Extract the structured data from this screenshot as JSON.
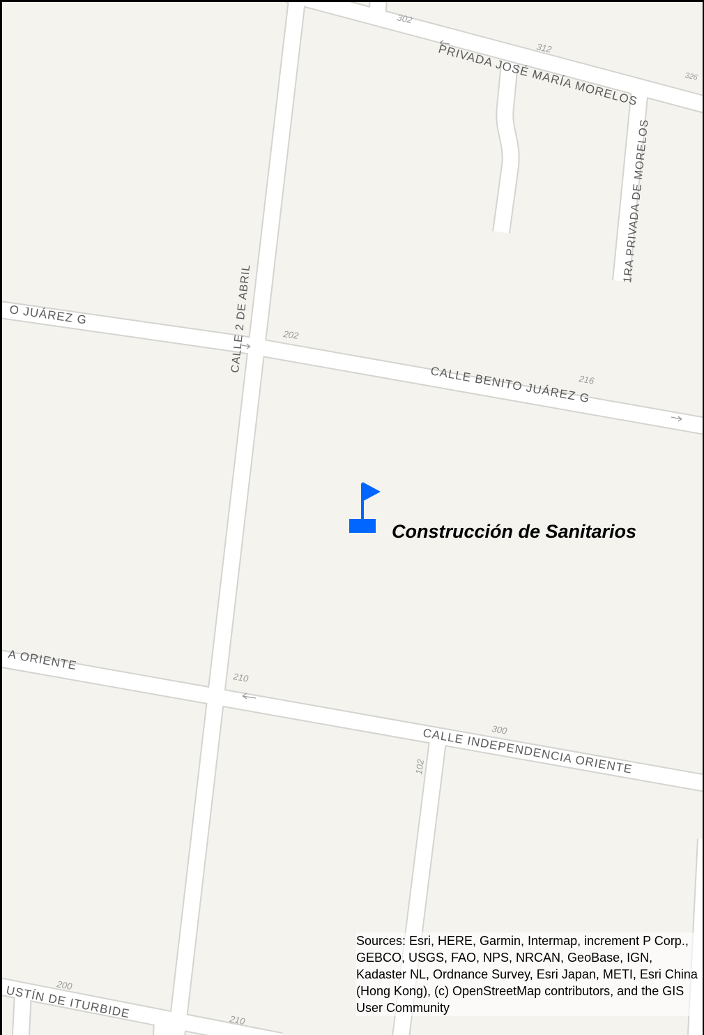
{
  "map": {
    "streets": {
      "privada_morelos": "PRIVADA JOSÉ MARÍA MORELOS",
      "primera_privada_morelos": "1RA PRIVADA DE MORELOS",
      "calle_2_de_abril": "CALLE 2 DE ABRIL",
      "juarez_left": "O JUÁREZ G",
      "juarez": "CALLE BENITO JUÁREZ G",
      "independencia_left": "A ORIENTE",
      "independencia": "CALLE INDEPENDENCIA ORIENTE",
      "iturbide": "USTÍN DE ITURBIDE"
    },
    "house_numbers": {
      "n302": "302",
      "n312": "312",
      "n326": "326",
      "n202": "202",
      "n216": "216",
      "n210a": "210",
      "n300": "300",
      "n102": "102",
      "n200": "200",
      "n210b": "210"
    },
    "poi": {
      "label": "Construcción de Sanitarios",
      "icon": "flag-icon",
      "color": "#0066ff"
    },
    "attribution": "Sources: Esri, HERE, Garmin, Intermap, increment P Corp., GEBCO, USGS, FAO, NPS, NRCAN, GeoBase, IGN, Kadaster NL, Ordnance Survey, Esri Japan, METI, Esri China (Hong Kong), (c) OpenStreetMap contributors, and the GIS User Community",
    "colors": {
      "land": "#f4f3ee",
      "road": "#ffffff",
      "road_casing": "#d4d4d0",
      "label": "#5a5a5a"
    }
  }
}
